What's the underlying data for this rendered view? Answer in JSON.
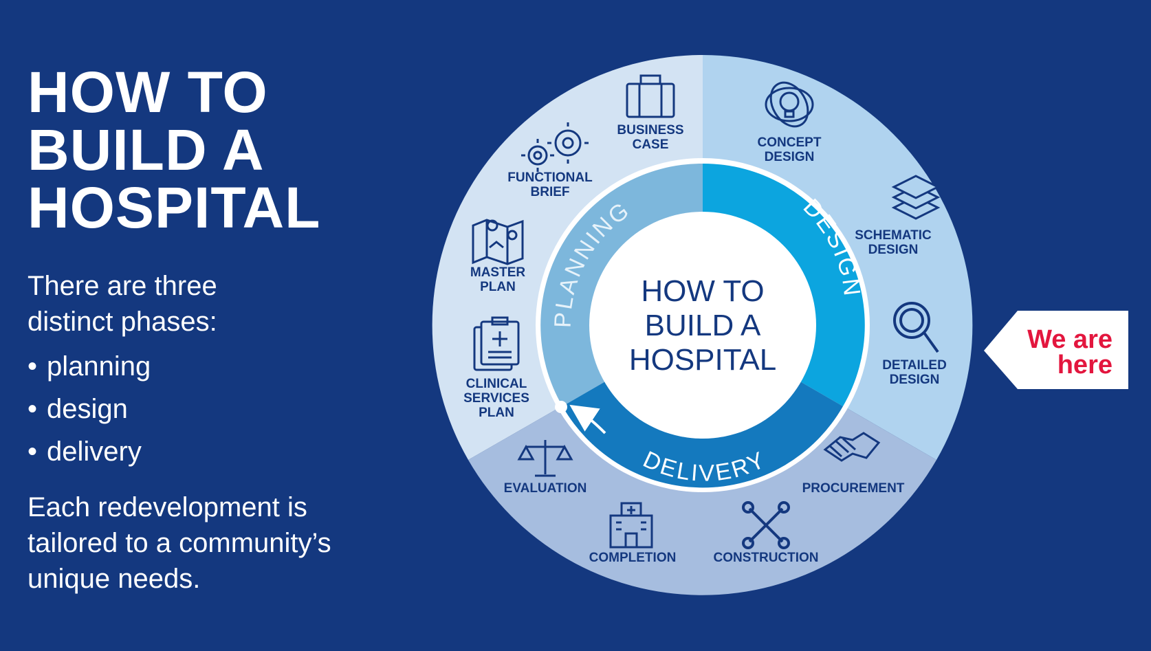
{
  "heading": {
    "line1": "HOW TO",
    "line2": "BUILD A",
    "line3": "HOSPITAL"
  },
  "intro": {
    "line1": "There are three",
    "line2": "distinct phases:"
  },
  "phases_list": [
    {
      "bullet": "•",
      "text": "planning"
    },
    {
      "bullet": "•",
      "text": "design"
    },
    {
      "bullet": "•",
      "text": "delivery"
    }
  ],
  "outro": {
    "line1": "Each redevelopment is",
    "line2": "tailored to a community’s",
    "line3": "unique needs."
  },
  "wheel": {
    "center": {
      "line1": "HOW TO",
      "line2": "BUILD A",
      "line3": "HOSPITAL"
    },
    "phases": {
      "planning": "PLANNING",
      "design": "DESIGN",
      "delivery": "DELIVERY"
    },
    "steps": {
      "business_case": [
        "BUSINESS",
        "CASE"
      ],
      "functional_brief": [
        "FUNCTIONAL",
        "BRIEF"
      ],
      "master_plan": [
        "MASTER",
        "PLAN"
      ],
      "clinical_services_plan": [
        "CLINICAL",
        "SERVICES",
        "PLAN"
      ],
      "concept_design": [
        "CONCEPT",
        "DESIGN"
      ],
      "schematic_design": [
        "SCHEMATIC",
        "DESIGN"
      ],
      "detailed_design": [
        "DETAILED",
        "DESIGN"
      ],
      "procurement": [
        "PROCUREMENT"
      ],
      "construction": [
        "CONSTRUCTION"
      ],
      "completion": [
        "COMPLETION"
      ],
      "evaluation": [
        "EVALUATION"
      ]
    },
    "icons": {
      "business_case": "briefcase-icon",
      "functional_brief": "gears-icon",
      "master_plan": "map-icon",
      "clinical_services_plan": "clipboard-icon",
      "concept_design": "lightbulb-icon",
      "schematic_design": "layers-icon",
      "detailed_design": "magnifier-icon",
      "procurement": "handshake-icon",
      "construction": "tools-icon",
      "completion": "hospital-icon",
      "evaluation": "scales-icon"
    }
  },
  "marker": {
    "line1": "We are",
    "line2": "here"
  },
  "colors": {
    "background": "#14387f",
    "planning_outer": "#d3e3f3",
    "design_outer": "#b0d3ef",
    "delivery_outer": "#a6bddf",
    "planning_inner": "#7db7dc",
    "design_inner": "#0ca5df",
    "delivery_inner": "#1479be",
    "marker_text": "#e3163e"
  }
}
